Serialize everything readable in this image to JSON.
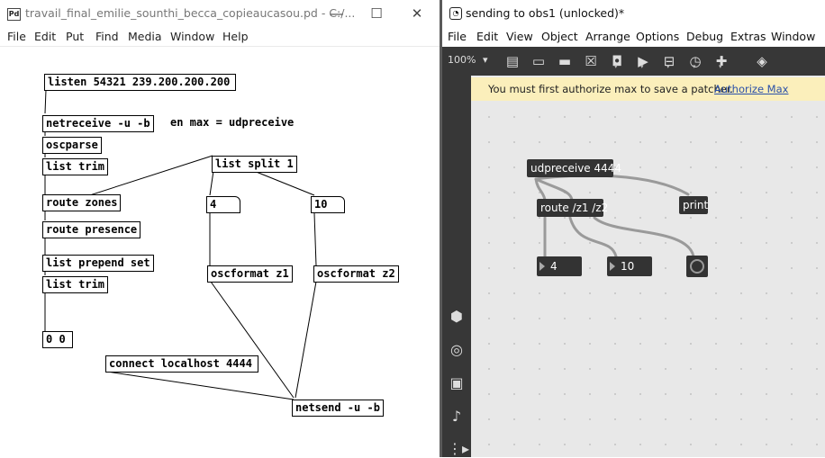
{
  "pd": {
    "title": "travail_final_emilie_sounthi_becca_copieaucasou.pd - C:/...",
    "logo": "Pd",
    "window_controls": {
      "minimize": "—",
      "maximize": "☐",
      "close": "✕"
    },
    "menu": [
      "File",
      "Edit",
      "Put",
      "Find",
      "Media",
      "Window",
      "Help"
    ],
    "objects": {
      "listen": "listen 54321 239.200.200.200",
      "netreceive": "netreceive -u -b",
      "oscparse": "oscparse",
      "list_trim_1": "list trim",
      "route_zones": "route zones",
      "route_presence": "route presence",
      "list_prepend": "list prepend set",
      "list_trim_2": "list trim",
      "msg_zero": "0 0",
      "connect": "connect localhost 4444",
      "netsend": "netsend -u -b",
      "list_split": "list split 1",
      "num_a": "4",
      "num_b": "10",
      "oscformat_z1": "oscformat z1",
      "oscformat_z2": "oscformat z2"
    },
    "comment": "en max = udpreceive"
  },
  "max": {
    "title": "sending to obs1 (unlocked)*",
    "menu": [
      "File",
      "Edit",
      "View",
      "Object",
      "Arrange",
      "Options",
      "Debug",
      "Extras",
      "Window"
    ],
    "zoom": "100%",
    "zoom_caret": "▾",
    "toolbar_icons": [
      "presentation-icon",
      "comment-icon",
      "speech-bubble-icon",
      "clear-icon",
      "object-icon",
      "play-icon",
      "minus-icon",
      "dial-icon",
      "plus-icon",
      "paint-bucket-icon"
    ],
    "left_icons": [
      "cube-icon",
      "target-icon",
      "film-icon",
      "note-icon",
      "playlist-icon"
    ],
    "notice": {
      "message": "You must first authorize max to save a patcher.",
      "link": "Authorize Max"
    },
    "objects": {
      "udpreceive": "udpreceive 4444",
      "route": "route /z1 /z2",
      "print": "print",
      "num_a": "4",
      "num_b": "10"
    },
    "colors": {
      "toolbar": "#373737",
      "notice_bg": "#fbefbb",
      "link": "#2a50a8",
      "object_bg": "#333333"
    }
  }
}
